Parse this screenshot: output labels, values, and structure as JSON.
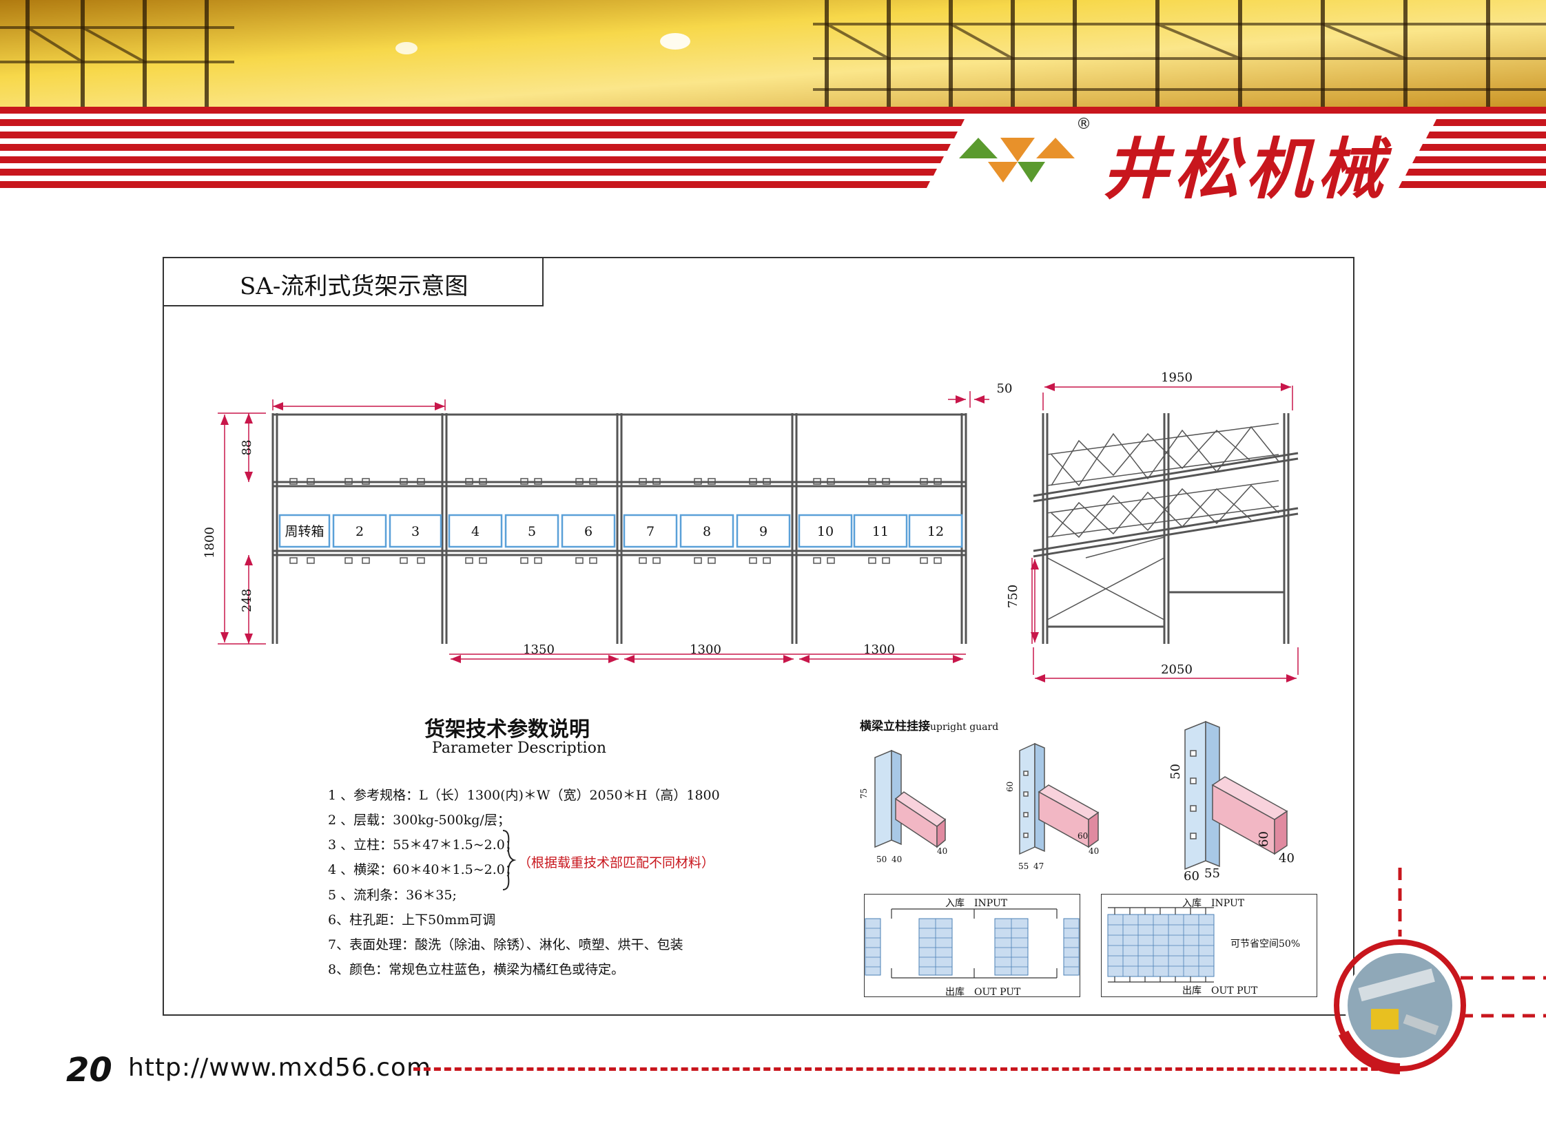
{
  "header": {
    "brand_name": "井松机械",
    "registered": "®",
    "colors": {
      "brand_red": "#c8161d",
      "logo_green": "#5a9a2e",
      "logo_orange": "#e8912a"
    }
  },
  "diagram": {
    "title": "SA-流利式货架示意图",
    "front_view": {
      "top_dims": {
        "left_span_label": ""
      },
      "height_total": "1800",
      "height_top": "88",
      "height_bottom": "248",
      "bay_widths": [
        "1350",
        "1300",
        "1300"
      ],
      "bins": [
        "周转箱",
        "2",
        "3",
        "4",
        "5",
        "6",
        "7",
        "8",
        "9",
        "10",
        "11",
        "12"
      ]
    },
    "side_view": {
      "depth_top": "1950",
      "offset": "50",
      "height_lower": "750",
      "depth_bottom": "2050"
    }
  },
  "parameters": {
    "title_cn": "货架技术参数说明",
    "title_en": "Parameter Description",
    "items": [
      "1 、参考规格：L（长）1300(内)＊W（宽）2050＊H（高）1800",
      "2 、层载：300kg-500kg/层；",
      "3 、立柱：55＊47＊1.5~2.0；",
      "4 、横梁：60＊40＊1.5~2.0；",
      "5 、流利条：36＊35;",
      "6、柱孔距：上下50mm可调",
      "7、表面处理：酸洗（除油、除锈）、淋化、喷塑、烘干、包装",
      "8、颜色：常规色立柱蓝色，横梁为橘红色或待定。"
    ],
    "brace_note": "（根据载重技术部匹配不同材料）"
  },
  "guard": {
    "title_cn": "横梁立柱挂接",
    "title_en": "upright guard",
    "small": {
      "h": "75",
      "w1": "50",
      "w2": "40",
      "b": "40"
    },
    "medium": {
      "h": "60",
      "w1": "55",
      "w2": "47",
      "b1": "60",
      "b2": "40"
    },
    "large": {
      "h": "50",
      "w1": "60",
      "w2": "55",
      "b1": "60",
      "b2": "40"
    }
  },
  "flow": {
    "left": {
      "input": "入库　INPUT",
      "output": "出库　OUT PUT"
    },
    "right": {
      "input": "入库　INPUT",
      "output": "出库　OUT PUT",
      "note": "可节省空间50%"
    }
  },
  "footer": {
    "page_number": "20",
    "url": "http://www.mxd56.com"
  }
}
